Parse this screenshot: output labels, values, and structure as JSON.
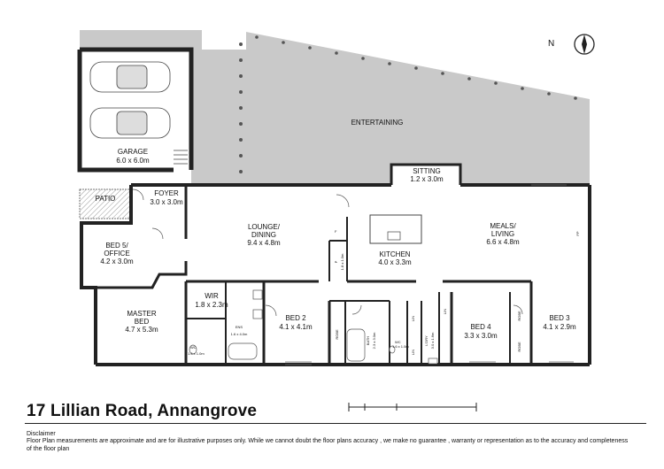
{
  "plan": {
    "address": "17 Lillian Road, Annangrove",
    "compass_label": "N",
    "rooms": [
      {
        "id": "garage",
        "name": "GARAGE",
        "dims": "6.0 x 6.0m"
      },
      {
        "id": "entertaining",
        "name": "ENTERTAINING",
        "dims": ""
      },
      {
        "id": "sitting",
        "name": "SITTING",
        "dims": "1.2 x 3.0m"
      },
      {
        "id": "patio",
        "name": "PATIO",
        "dims": ""
      },
      {
        "id": "foyer",
        "name": "FOYER",
        "dims": "3.0 x 3.0m"
      },
      {
        "id": "lounge",
        "name": "LOUNGE/",
        "name2": "DINING",
        "dims": "9.4 x 4.8m"
      },
      {
        "id": "meals",
        "name": "MEALS/",
        "name2": "LIVING",
        "dims": "6.6 x 4.8m"
      },
      {
        "id": "kitchen",
        "name": "KITCHEN",
        "dims": "4.0 x 3.3m"
      },
      {
        "id": "bed5",
        "name": "BED 5/",
        "name2": "OFFICE",
        "dims": "4.2 x 3.0m"
      },
      {
        "id": "master",
        "name": "MASTER",
        "name2": "BED",
        "dims": "4.7 x 5.3m"
      },
      {
        "id": "wir",
        "name": "WIR",
        "dims": "1.8 x 2.3m"
      },
      {
        "id": "ens",
        "name": "ENS",
        "dims": "1.6 x 4.0m"
      },
      {
        "id": "bed2",
        "name": "BED 2",
        "dims": "4.1 x 4.1m"
      },
      {
        "id": "bath",
        "name": "BATH",
        "dims": "2.3 x 3.0m"
      },
      {
        "id": "ldry",
        "name": "L'DRY",
        "dims": "3.0 x 1.6m"
      },
      {
        "id": "bed4",
        "name": "BED 4",
        "dims": "3.3 x 3.0m"
      },
      {
        "id": "bed3",
        "name": "BED 3",
        "dims": "4.1 x 2.9m"
      },
      {
        "id": "pantry",
        "name": "P",
        "dims": "1.8 x 1.0m"
      }
    ],
    "small_labels": {
      "robe": "ROBE",
      "lin": "LIN",
      "fridge": "F",
      "fireplace": "FP",
      "wc": "WC",
      "wc1_dims": "1.6 x 1.0m",
      "wc2_dims": "1.6 x 1.0m"
    }
  },
  "disclaimer": {
    "title": "Disclaimer",
    "text": "Floor Plan measurements are approximate and are for illustrative purposes only. While we cannot doubt the floor plans accuracy , we make no guarantee , warranty or representation as to the accuracy and completeness of the floor plan"
  }
}
